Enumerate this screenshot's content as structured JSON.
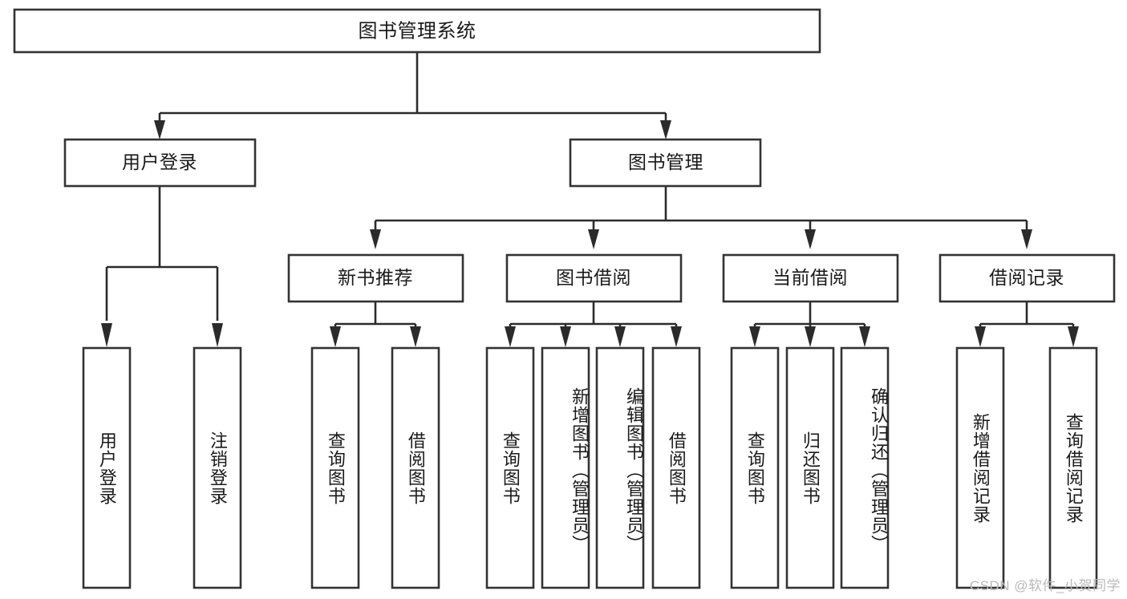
{
  "diagram": {
    "type": "tree",
    "title": "图书管理系统",
    "colors": {
      "box_stroke": "#333333",
      "box_fill": "#ffffff",
      "connector": "#2b2b2b",
      "text": "#1a1a1a",
      "watermark": "#b9b9b9",
      "background": "#ffffff"
    },
    "root": {
      "label": "图书管理系统"
    },
    "level2": [
      {
        "label": "用户登录"
      },
      {
        "label": "图书管理"
      }
    ],
    "level3": [
      {
        "label": "新书推荐"
      },
      {
        "label": "图书借阅"
      },
      {
        "label": "当前借阅"
      },
      {
        "label": "借阅记录"
      }
    ],
    "leaves": {
      "user_login": [
        {
          "label": "用户登录"
        },
        {
          "label": "注销登录"
        }
      ],
      "new_book_recommend": [
        {
          "label": "查询图书"
        },
        {
          "label": "借阅图书"
        }
      ],
      "book_borrow": [
        {
          "label": "查询图书"
        },
        {
          "label": "新增图书（管理员）"
        },
        {
          "label": "编辑图书（管理员）"
        },
        {
          "label": "借阅图书"
        }
      ],
      "current_borrow": [
        {
          "label": "查询图书"
        },
        {
          "label": "归还图书"
        },
        {
          "label": "确认归还（管理员）"
        }
      ],
      "borrow_record": [
        {
          "label": "新增借阅记录"
        },
        {
          "label": "查询借阅记录"
        }
      ]
    }
  },
  "watermark": {
    "text": "CSDN @软件_小贺同学"
  }
}
